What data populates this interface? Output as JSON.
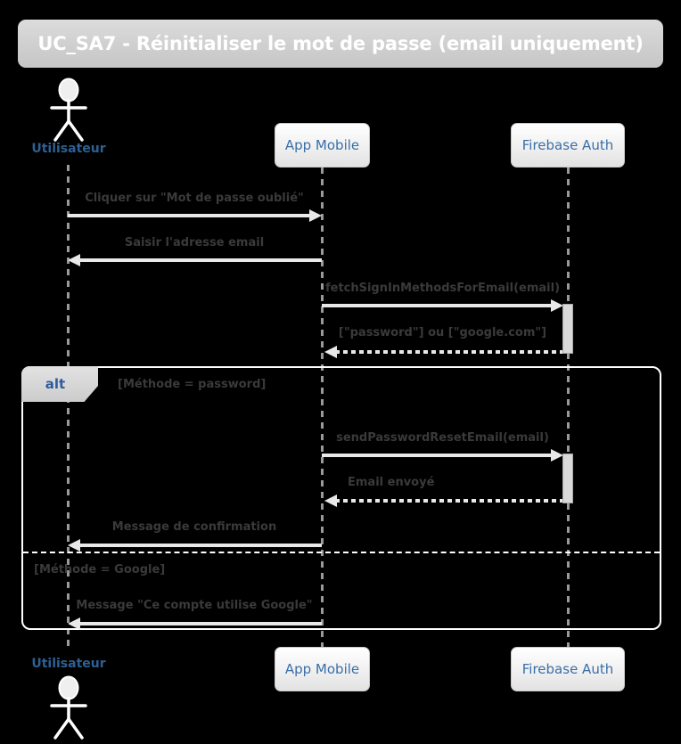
{
  "diagram": {
    "title": "UC_SA7 - Réinitialiser le mot de passe (email uniquement)",
    "type": "uml-sequence"
  },
  "actor": {
    "name": "Utilisateur"
  },
  "participants": [
    {
      "name": "App Mobile"
    },
    {
      "name": "Firebase Auth"
    }
  ],
  "messages": [
    {
      "text": "Cliquer sur \"Mot de passe oublié\"",
      "from": "Utilisateur",
      "to": "App Mobile",
      "style": "solid"
    },
    {
      "text": "Saisir l'adresse email",
      "from": "App Mobile",
      "to": "Utilisateur",
      "style": "solid"
    },
    {
      "text": "fetchSignInMethodsForEmail(email)",
      "from": "App Mobile",
      "to": "Firebase Auth",
      "style": "solid"
    },
    {
      "text": "[\"password\"] ou [\"google.com\"]",
      "from": "Firebase Auth",
      "to": "App Mobile",
      "style": "dashed"
    },
    {
      "text": "sendPasswordResetEmail(email)",
      "from": "App Mobile",
      "to": "Firebase Auth",
      "style": "solid"
    },
    {
      "text": "Email envoyé",
      "from": "Firebase Auth",
      "to": "App Mobile",
      "style": "dashed"
    },
    {
      "text": "Message de confirmation",
      "from": "App Mobile",
      "to": "Utilisateur",
      "style": "solid"
    },
    {
      "text": "Message \"Ce compte utilise Google\"",
      "from": "App Mobile",
      "to": "Utilisateur",
      "style": "solid"
    }
  ],
  "alt_fragment": {
    "operator": "alt",
    "guards": [
      "[Méthode = password]",
      "[Méthode = Google]"
    ]
  },
  "colors": {
    "background": "#000000",
    "titleBar": "#d2d2d2",
    "titleText": "#ffffff",
    "participantText": "#3a6ea8",
    "actorText": "#2e6093",
    "messageText": "#3a3a3a",
    "arrow": "#e9e9e9",
    "lifeline": "#9a9a9a",
    "frameBorder": "#ffffff",
    "activationFill": "#d9d9d9"
  }
}
